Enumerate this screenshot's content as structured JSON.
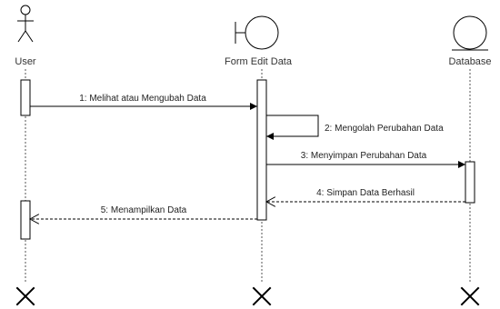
{
  "participants": {
    "user": {
      "label": "User",
      "icon": "actor-icon"
    },
    "form": {
      "label": "Form Edit Data",
      "icon": "boundary-icon"
    },
    "database": {
      "label": "Database",
      "icon": "entity-icon"
    }
  },
  "messages": [
    {
      "number": 1,
      "text": "1: Melihat atau Mengubah Data",
      "from": "user",
      "to": "form",
      "style": "solid"
    },
    {
      "number": 2,
      "text": "2: Mengolah Perubahan Data",
      "from": "form",
      "to": "form",
      "style": "solid"
    },
    {
      "number": 3,
      "text": "3: Menyimpan Perubahan Data",
      "from": "form",
      "to": "database",
      "style": "solid"
    },
    {
      "number": 4,
      "text": "4: Simpan Data Berhasil",
      "from": "database",
      "to": "form",
      "style": "dashed"
    },
    {
      "number": 5,
      "text": "5: Menampilkan Data",
      "from": "form",
      "to": "user",
      "style": "dashed"
    }
  ],
  "colors": {
    "line": "#000000",
    "lifeline": "#555555",
    "text": "#222222"
  }
}
